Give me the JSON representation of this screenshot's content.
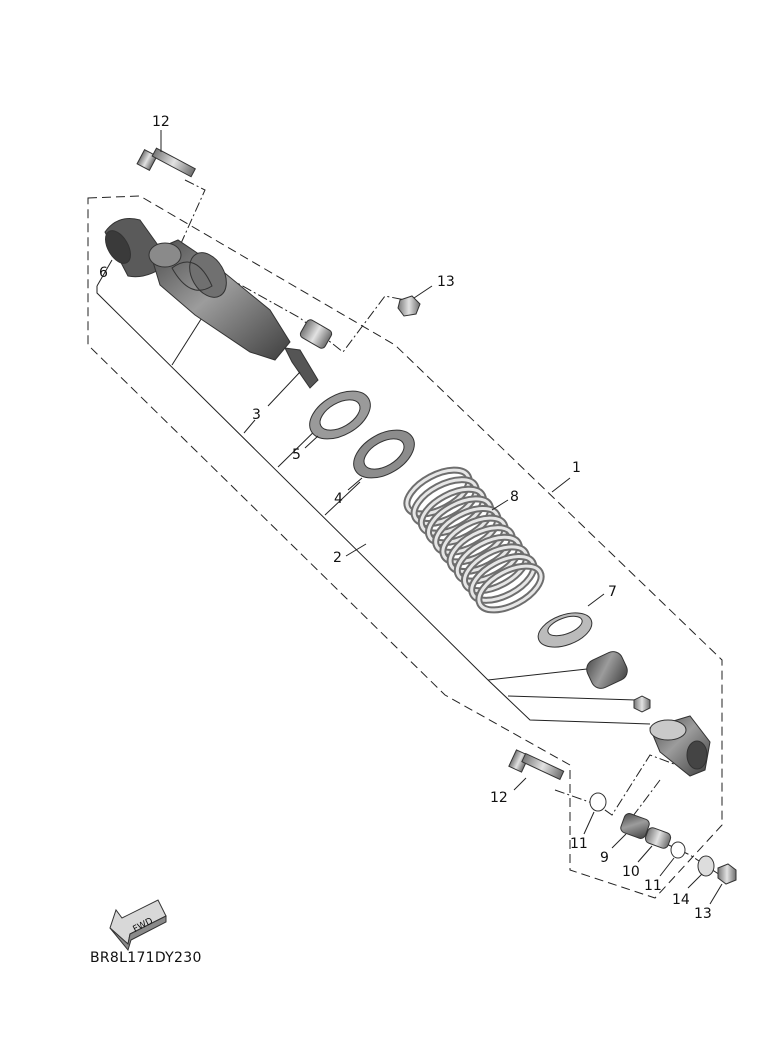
{
  "diagram_code": "BR8L171DY230",
  "fwd_label": "FWD",
  "labels": {
    "p1": "1",
    "p2": "2",
    "p3": "3",
    "p4": "4",
    "p5": "5",
    "p6": "6",
    "p7": "7",
    "p8": "8",
    "p9": "9",
    "p10": "10",
    "p11a": "11",
    "p11b": "11",
    "p12a": "12",
    "p12b": "12",
    "p13a": "13",
    "p13b": "13",
    "p14": "14"
  },
  "colors": {
    "part_dark": "#6b6b6b",
    "part_mid": "#9a9a9a",
    "part_light": "#d6d6d6",
    "line": "#222222"
  }
}
